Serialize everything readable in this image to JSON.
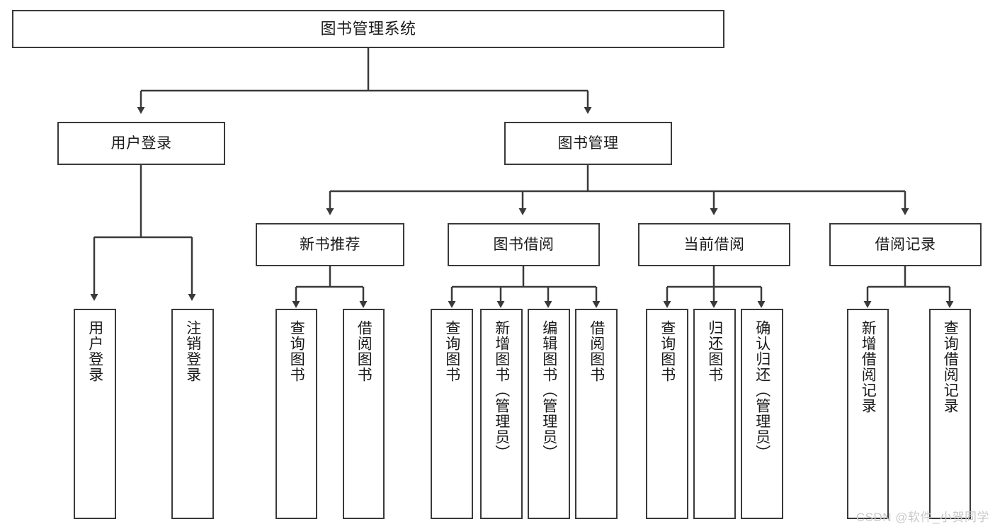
{
  "diagram": {
    "type": "tree",
    "title": "图书管理系统",
    "root": {
      "label": "图书管理系统"
    },
    "level1": [
      {
        "label": "用户登录"
      },
      {
        "label": "图书管理"
      }
    ],
    "level2": [
      {
        "label": "新书推荐"
      },
      {
        "label": "图书借阅"
      },
      {
        "label": "当前借阅"
      },
      {
        "label": "借阅记录"
      }
    ],
    "leaves": {
      "user_login": [
        {
          "label": "用户登录"
        },
        {
          "label": "注销登录"
        }
      ],
      "new_book_recommend": [
        {
          "label": "查询图书"
        },
        {
          "label": "借阅图书"
        }
      ],
      "book_borrow": [
        {
          "label": "查询图书"
        },
        {
          "label": "新增图书（管理员）"
        },
        {
          "label": "编辑图书（管理员）"
        },
        {
          "label": "借阅图书"
        }
      ],
      "current_borrow": [
        {
          "label": "查询图书"
        },
        {
          "label": "归还图书"
        },
        {
          "label": "确认归还（管理员）"
        }
      ],
      "borrow_record": [
        {
          "label": "新增借阅记录"
        },
        {
          "label": "查询借阅记录"
        }
      ]
    }
  },
  "watermark": {
    "text": "CSDN @软件_小贺同学"
  },
  "colors": {
    "stroke": "#3a3a3a",
    "background": "#ffffff",
    "text": "#1a1a1a",
    "watermark": "#c9c9c9"
  }
}
